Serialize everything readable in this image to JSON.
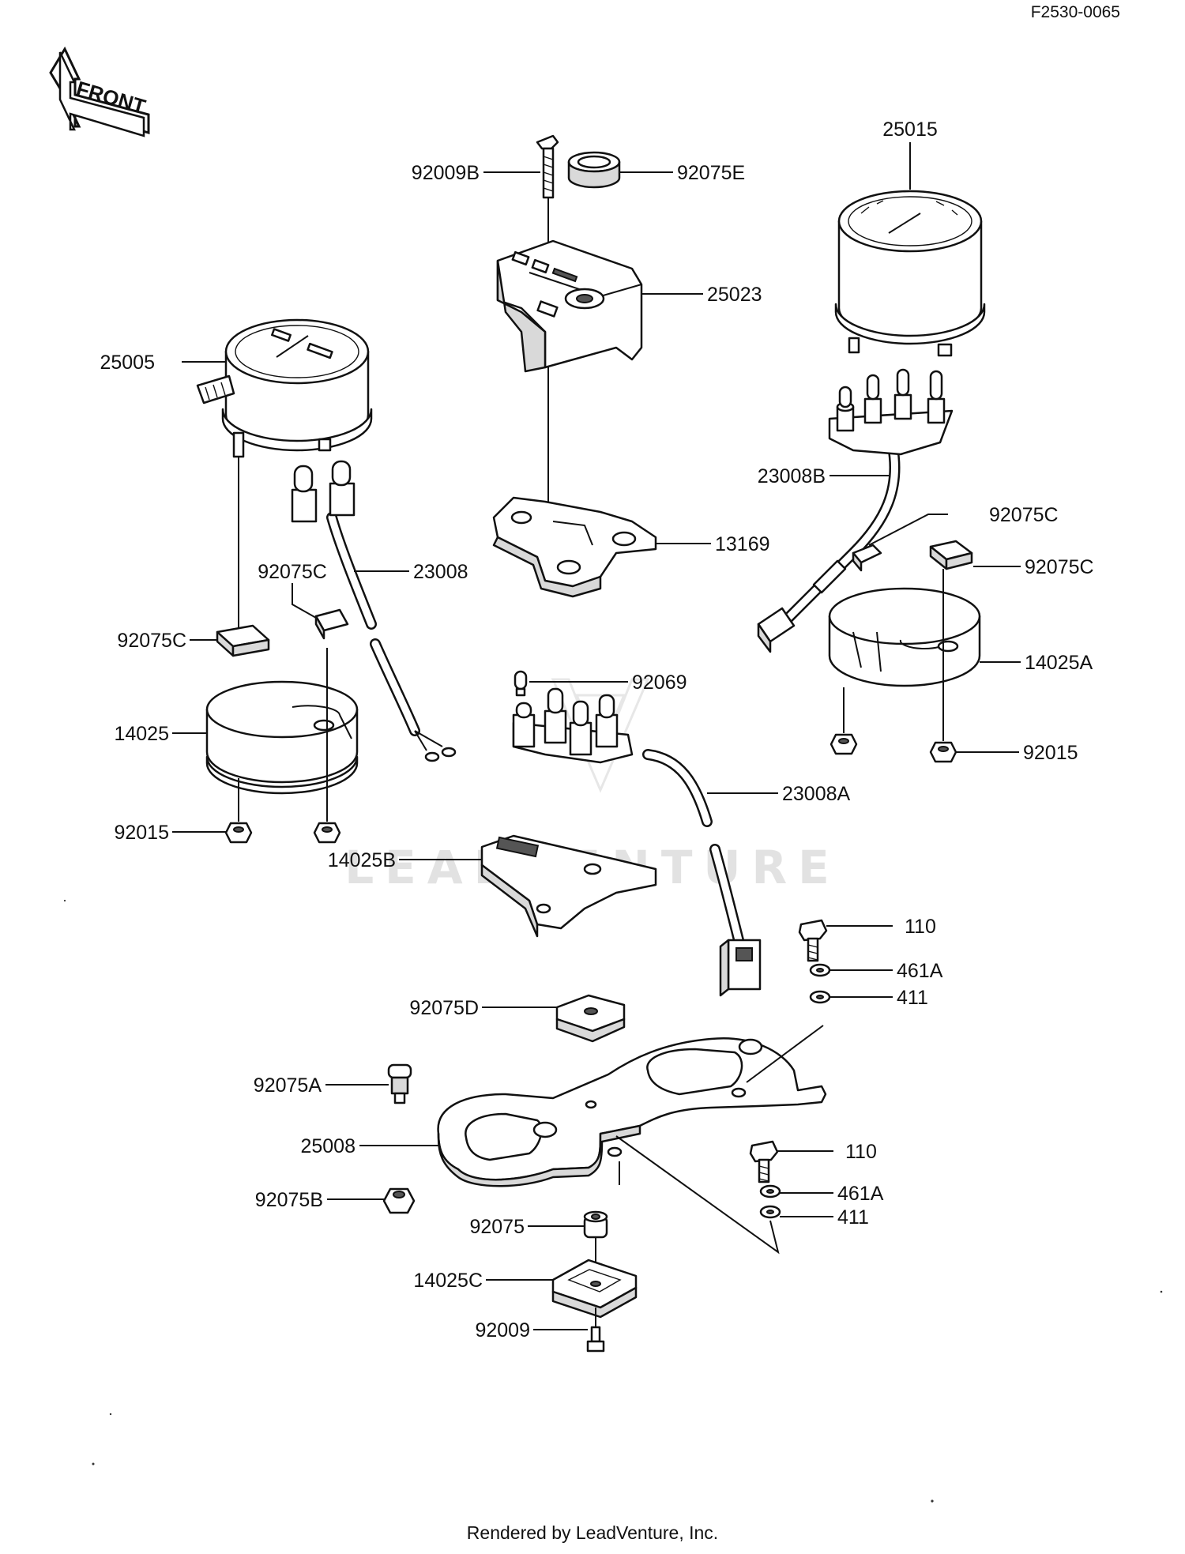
{
  "reference_code": "F2530-0065",
  "front_label": "FRONT",
  "watermark": "LEADVENTURE",
  "footer": "Rendered by LeadVenture, Inc.",
  "labels": {
    "p92009B": "92009B",
    "p92075E": "92075E",
    "p25015": "25015",
    "p25023": "25023",
    "p25005": "25005",
    "p23008B": "23008B",
    "p92075C_r1": "92075C",
    "p13169": "13169",
    "p92075C_r2": "92075C",
    "p92075C_l1": "92075C",
    "p23008": "23008",
    "p92075C_l2": "92075C",
    "p14025A": "14025A",
    "p92069": "92069",
    "p14025": "14025",
    "p92015_r": "92015",
    "p23008A": "23008A",
    "p92015_l": "92015",
    "p14025B": "14025B",
    "p110_a": "110",
    "p461A_a": "461A",
    "p411_a": "411",
    "p92075D": "92075D",
    "p92075A": "92075A",
    "p25008": "25008",
    "p110_b": "110",
    "p92075B": "92075B",
    "p461A_b": "461A",
    "p411_b": "411",
    "p92075": "92075",
    "p14025C": "14025C",
    "p92009": "92009"
  }
}
